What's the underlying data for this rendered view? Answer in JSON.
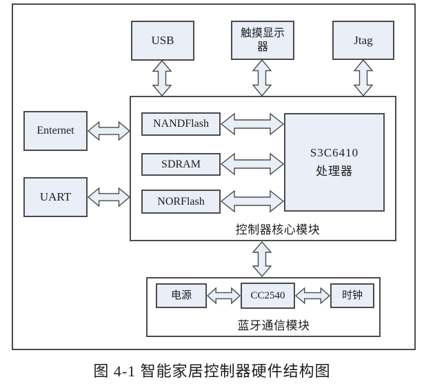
{
  "colors": {
    "box_fill": "#e9eef7",
    "line": "#4a4a4a",
    "text": "#1c1c1c"
  },
  "peripherals": {
    "usb": "USB",
    "touch_display": "触摸显示器",
    "jtag": "Jtag",
    "enternet": "Enternet",
    "uart": "UART"
  },
  "core_module": {
    "label": "控制器核心模块",
    "nandflash": "NANDFlash",
    "sdram": "SDRAM",
    "norflash": "NORFlash",
    "processor_lines": [
      "S3C6410",
      "处理器"
    ]
  },
  "bluetooth_module": {
    "label": "蓝牙通信模块",
    "power": "电源",
    "cc2540": "CC2540",
    "clock": "时钟"
  },
  "caption": "图 4-1 智能家居控制器硬件结构图"
}
